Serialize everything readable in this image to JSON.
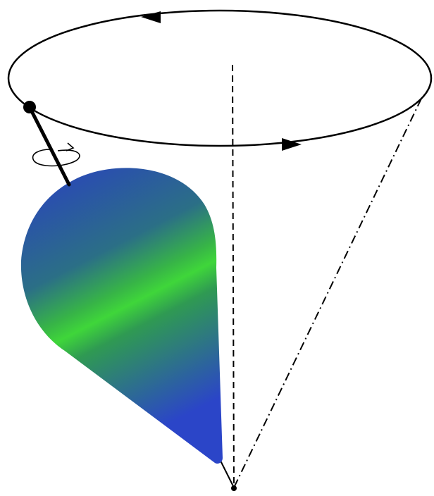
{
  "diagram": {
    "colors": {
      "background": "#ffffff",
      "line": "#000000",
      "body_top": "#2a3fc2",
      "body_mid": "#2f9a52",
      "body_highlight": "#3fd63a",
      "body_bottom": "#2b45c8"
    },
    "elements": [
      "precession-orbit-ellipse",
      "orbit-direction-arrow-back",
      "orbit-direction-arrow-front",
      "vertical-axis-dashed-line",
      "cone-edge-dash-dot-line",
      "spin-axis-rod",
      "spin-axis-tip-dot",
      "spin-rotation-loop-arrow",
      "spinning-top-body",
      "pivot-point-dot"
    ]
  }
}
